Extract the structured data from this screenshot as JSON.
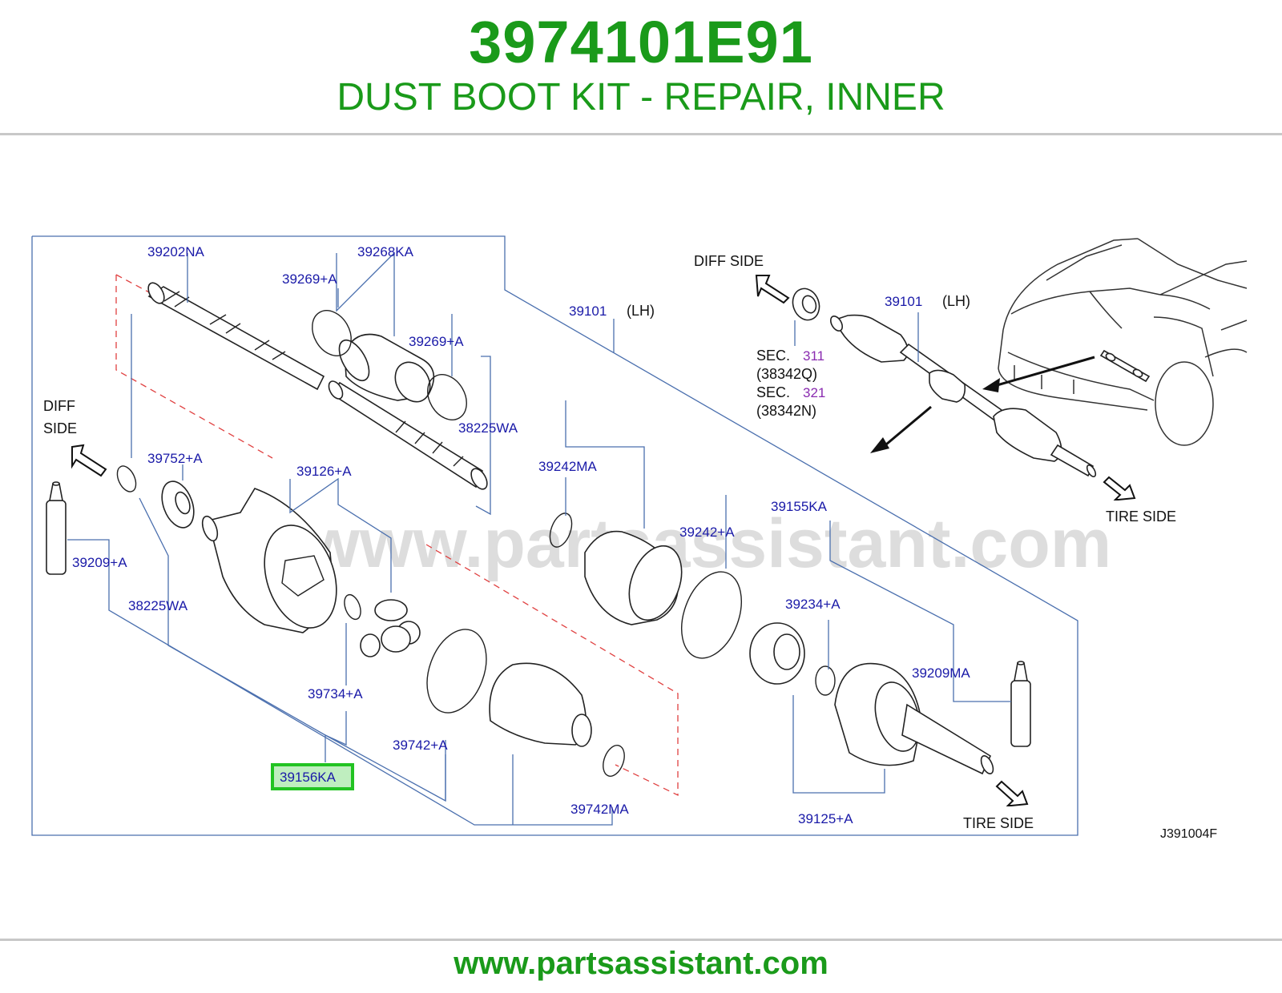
{
  "header": {
    "part_number": "3974101E91",
    "description": "DUST BOOT KIT - REPAIR, INNER"
  },
  "diagram": {
    "labels": {
      "l39202NA": "39202NA",
      "l39268KA": "39268KA",
      "l39269A_1": "39269+A",
      "l39269A_2": "39269+A",
      "l39101_main": "39101",
      "lLH_main": "(LH)",
      "l38225WA_1": "38225WA",
      "l39242MA": "39242MA",
      "l39752A": "39752+A",
      "l39126A": "39126+A",
      "l39155KA": "39155KA",
      "l39242A": "39242+A",
      "l39209A": "39209+A",
      "l38225WA_2": "38225WA",
      "l39234A": "39234+A",
      "l39734A": "39734+A",
      "l39209MA": "39209MA",
      "l39742A": "39742+A",
      "l39156KA": "39156KA",
      "l39742MA": "39742MA",
      "l39125A": "39125+A",
      "l39101_inset": "39101",
      "lLH_inset": "(LH)"
    },
    "side_labels": {
      "diff_left_1": "DIFF",
      "diff_left_2": "SIDE",
      "diff_top": "DIFF SIDE",
      "tire_bottom": "TIRE SIDE",
      "tire_inset": "TIRE SIDE"
    },
    "sections": {
      "sec1_prefix": "SEC.",
      "sec1_num": "311",
      "sec1_code": "(38342Q)",
      "sec2_prefix": "SEC.",
      "sec2_num": "321",
      "sec2_code": "(38342N)"
    },
    "figure_code": "J391004F",
    "watermark": "www.partsassistant.com",
    "highlight_color": "#22c322"
  },
  "footer": {
    "url": "www.partsassistant.com"
  }
}
